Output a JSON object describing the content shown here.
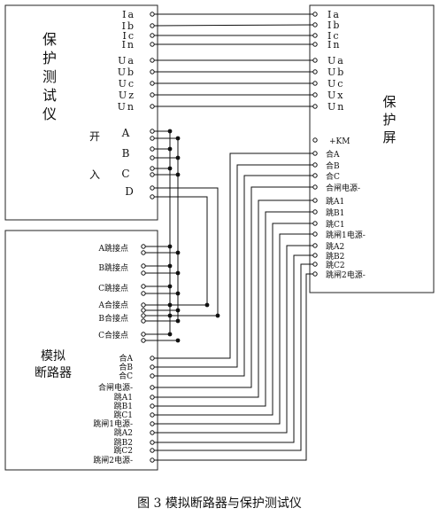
{
  "tester": {
    "title_chars": [
      "保",
      "护",
      "测",
      "试",
      "仪"
    ],
    "current_terminals": [
      "Ia",
      "Ib",
      "Ic",
      "In"
    ],
    "voltage_terminals": [
      "Ua",
      "Ub",
      "Uc",
      "Uz",
      "Un"
    ],
    "binary_in_label_top": "开",
    "binary_in_label_bottom": "入",
    "binary_inputs": [
      "A",
      "B",
      "C",
      "D"
    ]
  },
  "breaker": {
    "title_line1": "模拟",
    "title_line2": "断路器",
    "contacts": [
      "A跳接点",
      "B跳接点",
      "C跳接点",
      "A合接点",
      "B合接点",
      "C合接点"
    ],
    "outputs": [
      "合A",
      "合B",
      "合C",
      "合闸电源-",
      "跳A1",
      "跳B1",
      "跳C1",
      "跳闸1电源-",
      "跳A2",
      "跳B2",
      "跳C2",
      "跳闸2电源-"
    ]
  },
  "relay": {
    "title_chars": [
      "保",
      "护",
      "屏"
    ],
    "analog": [
      "Ia",
      "Ib",
      "Ic",
      "In",
      "Ua",
      "Ub",
      "Uc",
      "Ux",
      "Un"
    ],
    "km_label": "+KM",
    "control": [
      "合A",
      "合B",
      "合C",
      "合闸电源-",
      "跳A1",
      "跳B1",
      "跳C1",
      "跳闸1电源-",
      "跳A2",
      "跳B2",
      "跳C2",
      "跳闸2电源-"
    ]
  },
  "caption": "图 3  模拟断路器与保护测试仪"
}
